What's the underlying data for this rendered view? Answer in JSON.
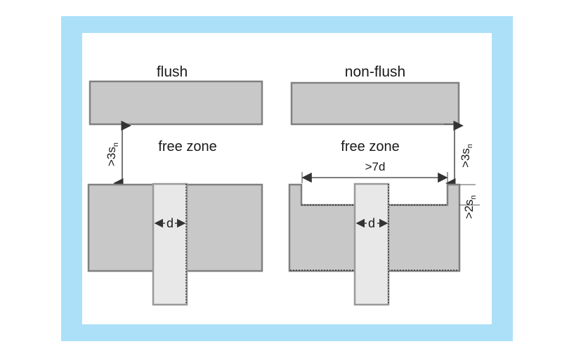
{
  "figure": {
    "background_color": "#FFFFFF",
    "frame_color": "#ACE0F9",
    "panel_color": "#FFFFFF",
    "block_fill": "#C8C8C8",
    "block_stroke": "#808080",
    "sensor_fill": "#E8E8E8",
    "sensor_stroke": "#999999",
    "line_color": "#555555",
    "text_color": "#1A1A1A"
  },
  "left": {
    "title": "flush",
    "free_zone_label": "free zone",
    "clearance_label": ">3s",
    "clearance_sub": "n",
    "diameter_label": "d"
  },
  "right": {
    "title": "non-flush",
    "free_zone_label": "free zone",
    "clearance_label": ">3s",
    "clearance_sub": "n",
    "recess_depth_label": ">2s",
    "recess_depth_sub": "n",
    "recess_width_label": ">7d",
    "diameter_label": "d"
  }
}
